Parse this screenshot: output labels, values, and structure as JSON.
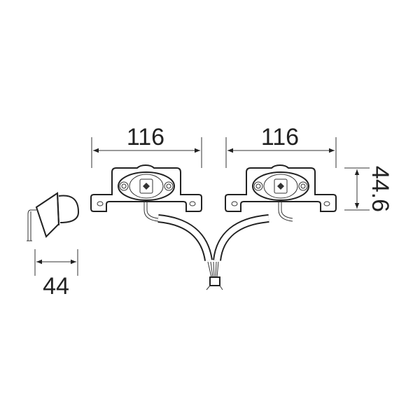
{
  "dimensions": {
    "left_bracket_width": "116",
    "right_bracket_width": "116",
    "height": "44.6",
    "side_depth": "44"
  },
  "colors": {
    "line": "#222222",
    "background": "#ffffff"
  }
}
